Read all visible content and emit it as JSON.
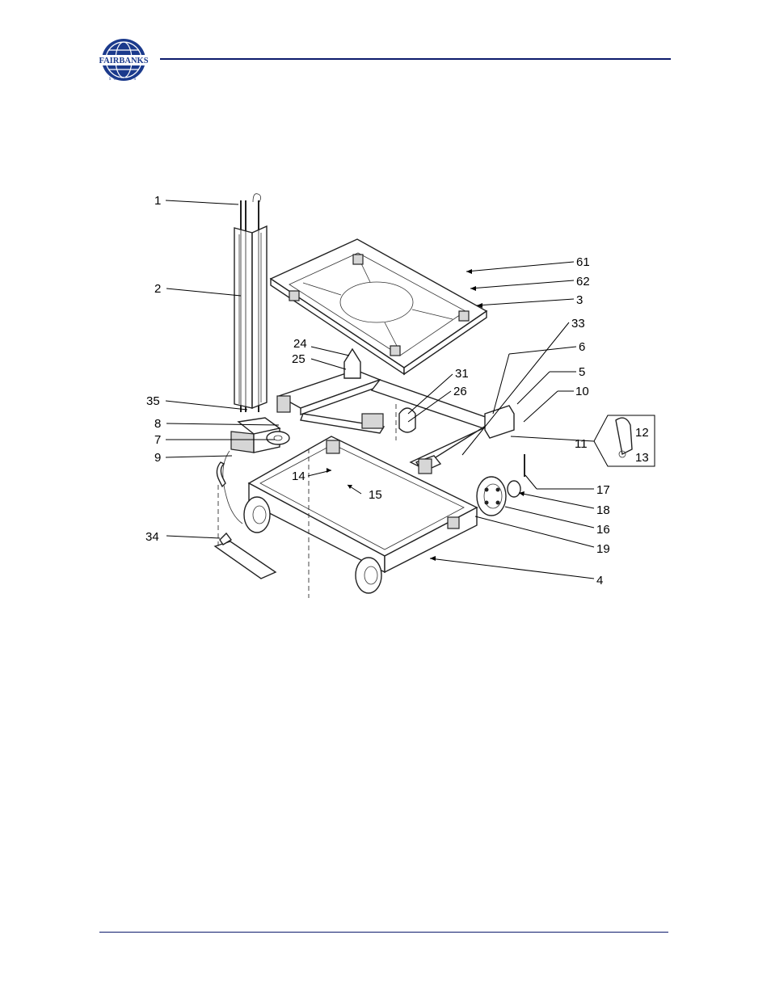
{
  "header": {
    "logo_text": "FAIRBANKS",
    "logo_subtext": "SCALES"
  },
  "diagram": {
    "callouts": [
      "1",
      "2",
      "3",
      "4",
      "5",
      "6",
      "7",
      "8",
      "9",
      "10",
      "11",
      "12",
      "13",
      "14",
      "15",
      "16",
      "17",
      "18",
      "19",
      "24",
      "25",
      "26",
      "31",
      "33",
      "34",
      "35",
      "61",
      "62"
    ]
  },
  "colors": {
    "rule": "#0c1a6b",
    "logo_blue": "#1b3a8c"
  }
}
